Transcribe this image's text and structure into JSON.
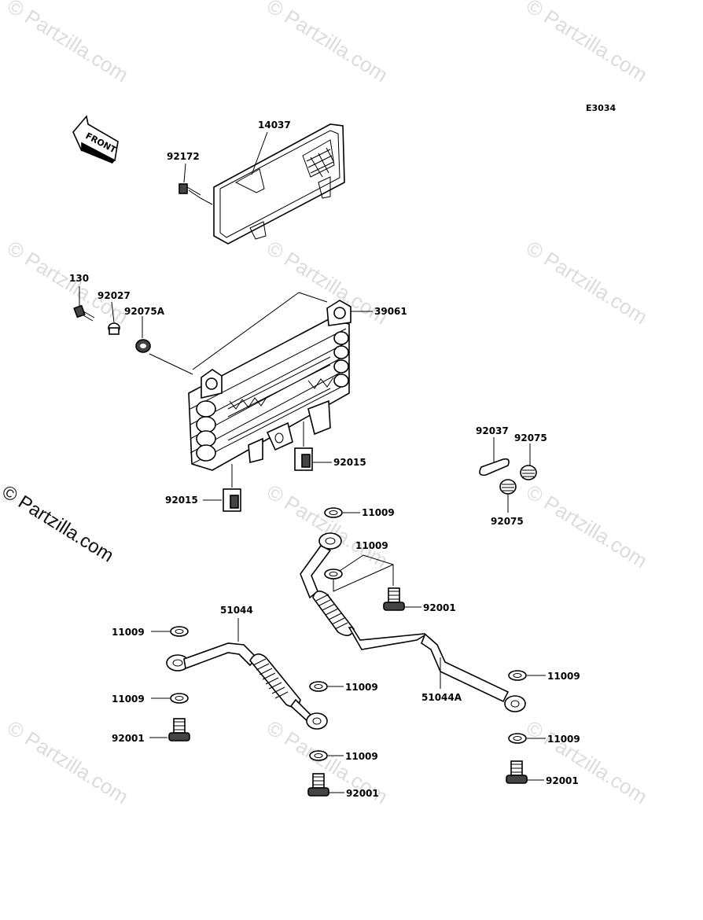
{
  "diagram_code": "E3034",
  "front_label": "FRONT",
  "copyright": "© Partzilla.com",
  "watermark": "© Partzilla.com",
  "labels": {
    "p14037": "14037",
    "p92172": "92172",
    "p130": "130",
    "p92027": "92027",
    "p92075A": "92075A",
    "p39061": "39061",
    "p92015a": "92015",
    "p92015b": "92015",
    "p92037": "92037",
    "p92075a": "92075",
    "p92075b": "92075",
    "p11009_1": "11009",
    "p11009_2": "11009",
    "p92001_1": "92001",
    "p51044": "51044",
    "p11009_3": "11009",
    "p11009_4": "11009",
    "p11009_5": "11009",
    "p92001_2": "92001",
    "p11009_6": "11009",
    "p51044A": "51044A",
    "p11009_7": "11009",
    "p11009_8": "11009",
    "p92001_3": "92001",
    "p92001_4": "92001"
  }
}
